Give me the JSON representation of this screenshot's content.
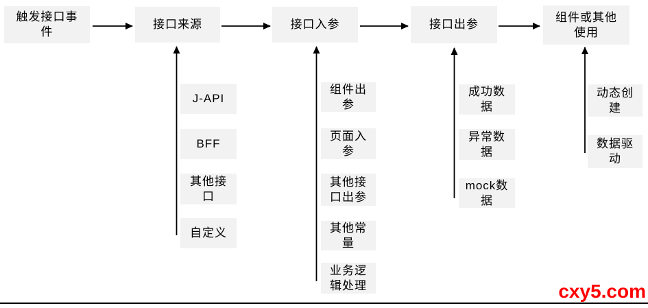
{
  "diagram": {
    "main_flow": [
      {
        "id": "trigger-event",
        "label": "触发接口事\n件"
      },
      {
        "id": "api-source",
        "label": "接口来源"
      },
      {
        "id": "api-input",
        "label": "接口入参"
      },
      {
        "id": "api-output",
        "label": "接口出参"
      },
      {
        "id": "component-usage",
        "label": "组件或其他\n使用"
      }
    ],
    "source_options": [
      "J-API",
      "BFF",
      "其他接\n口",
      "自定义"
    ],
    "input_options": [
      "组件出\n参",
      "页面入\n参",
      "其他接\n口出参",
      "其他常\n量",
      "业务逻\n辑处理"
    ],
    "output_options": [
      "成功数\n据",
      "异常数\n据",
      "mock数\n据"
    ],
    "usage_options": [
      "动态创\n建",
      "数据驱\n动"
    ]
  },
  "watermark": {
    "text": "cxy5.com"
  },
  "colors": {
    "box_bg": "#f2f2f2",
    "line": "#000000",
    "watermark": "#ff0000",
    "background": "#ffffff"
  }
}
